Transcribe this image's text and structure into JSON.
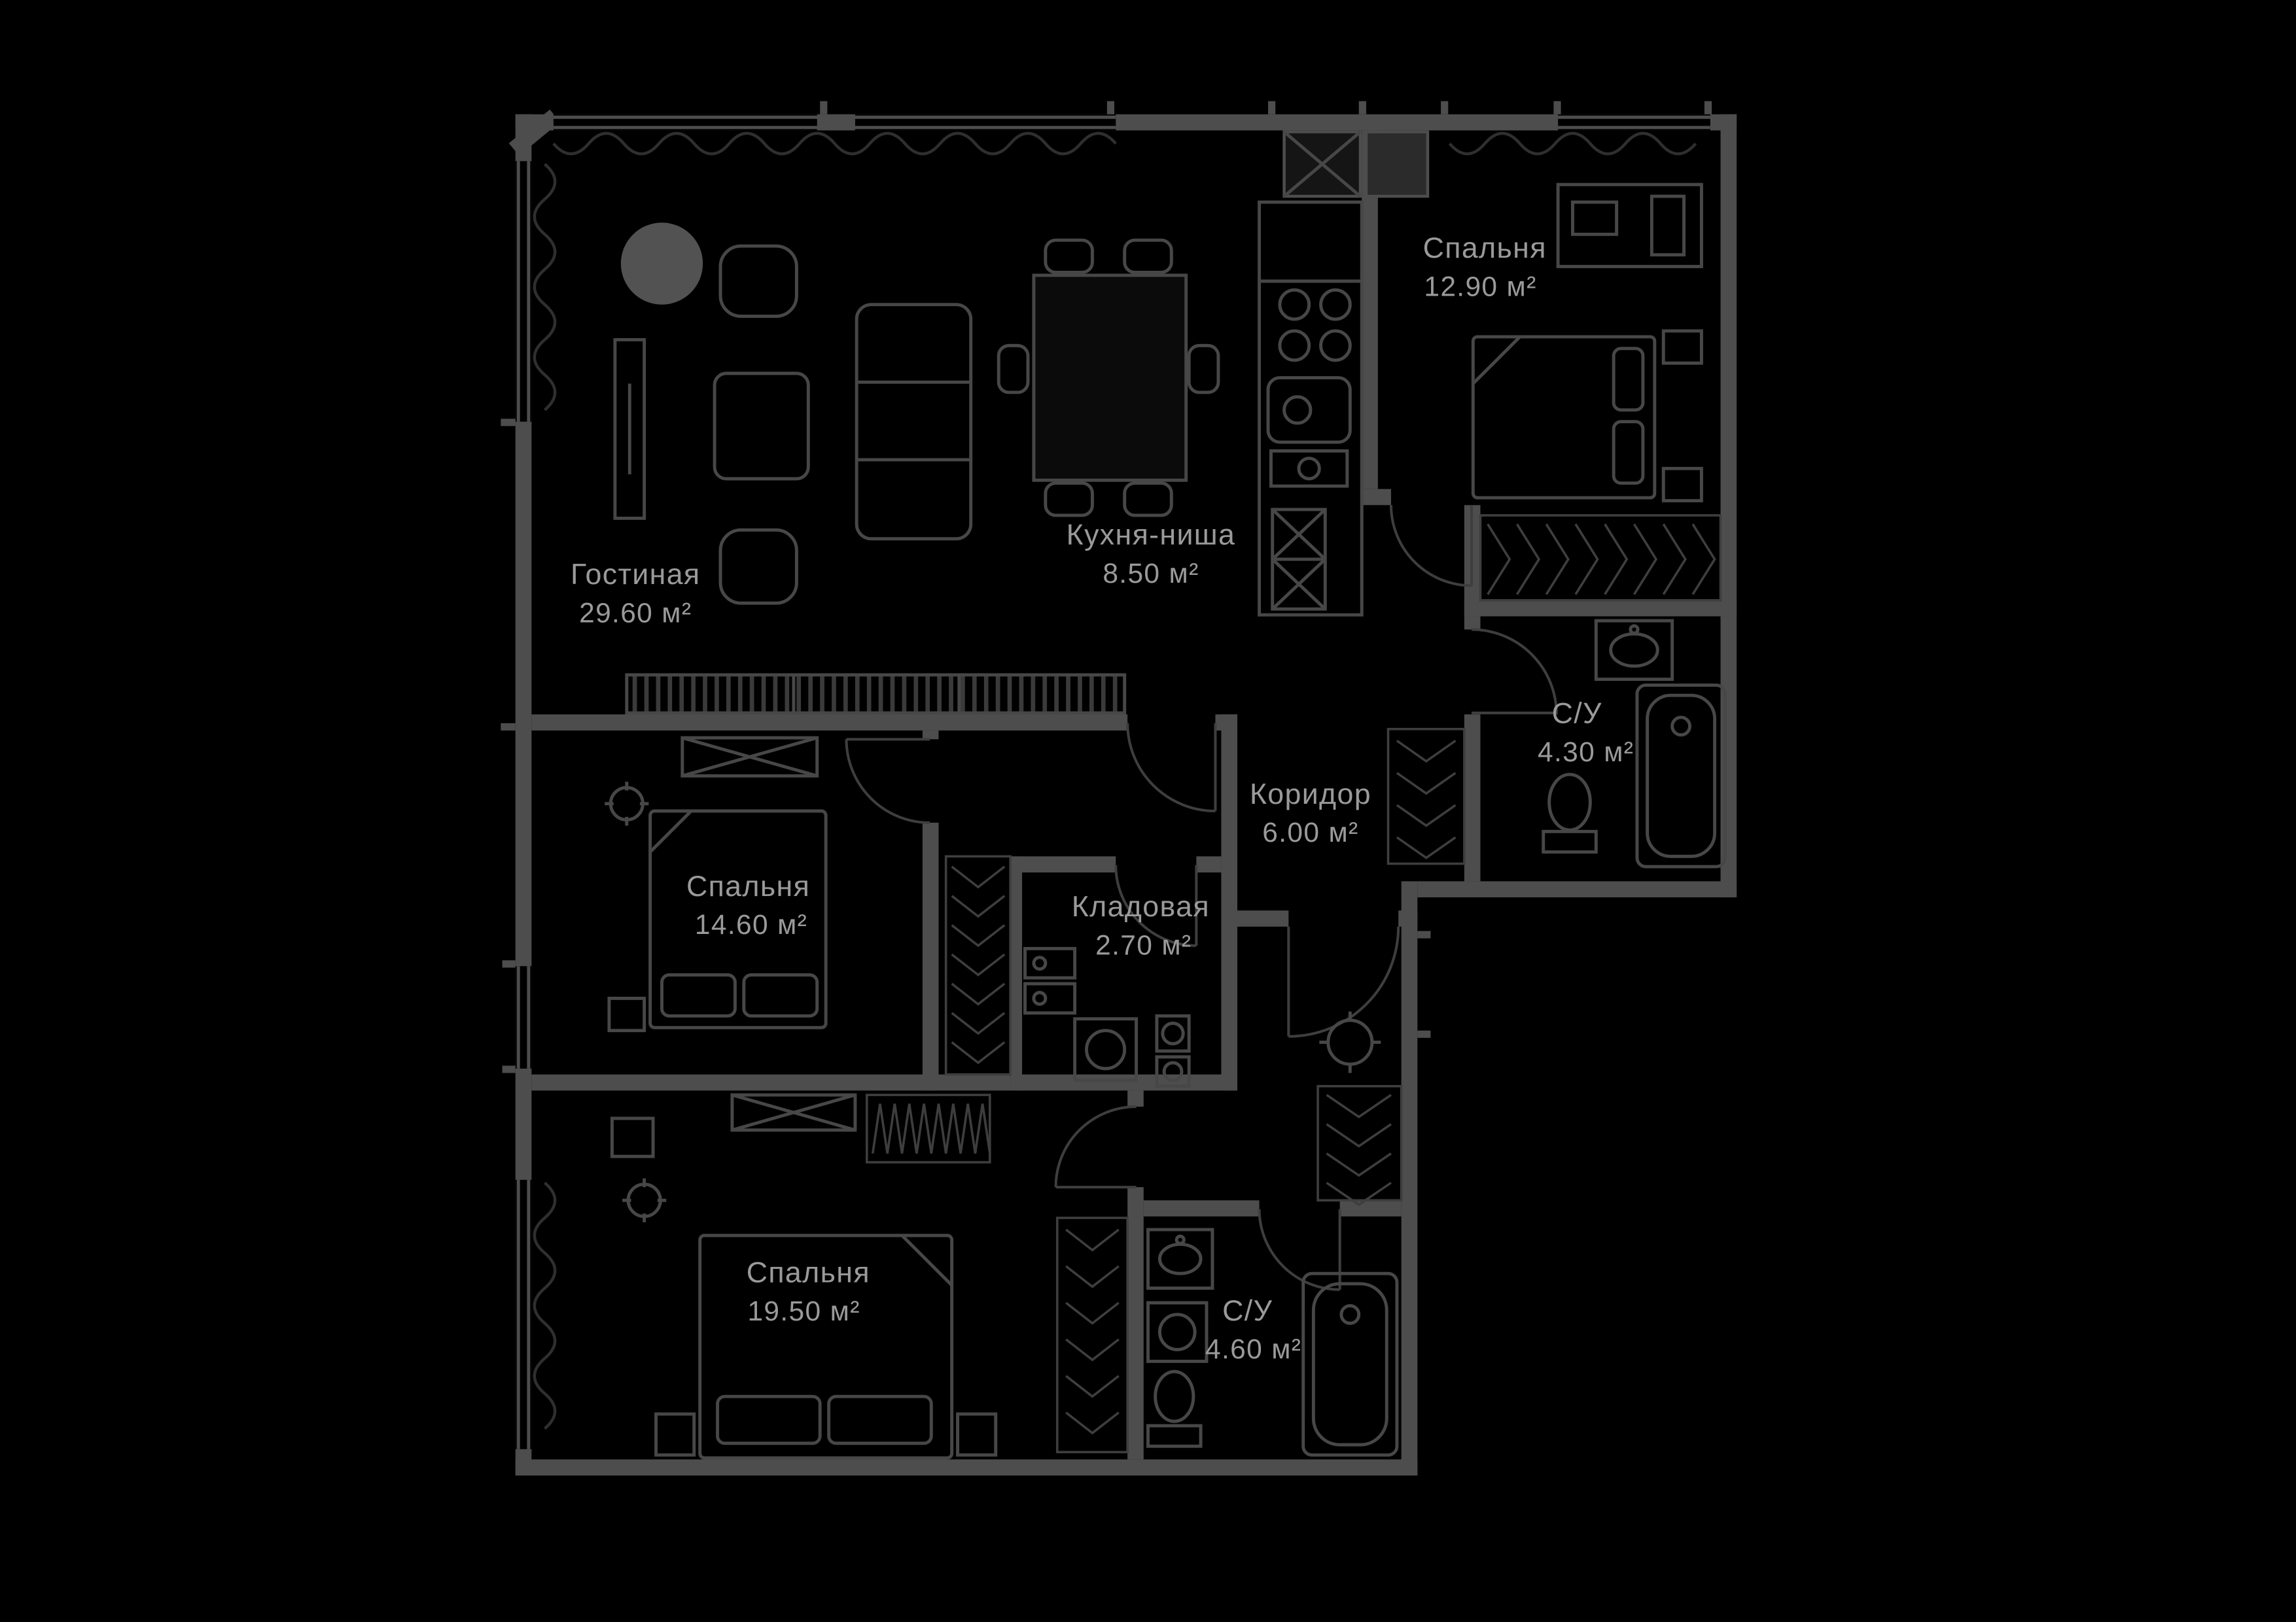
{
  "page": {
    "type": "apartment-floor-plan",
    "background": "#000000"
  },
  "colors": {
    "wall": "#4d4d4d",
    "furniture_line": "#474747",
    "thin_line": "#3e3e3e",
    "curtain_line": "#2f2f2f",
    "label_text": "#9a9a9a"
  },
  "rooms": [
    {
      "name": "Гостиная",
      "area": "29.60 м²"
    },
    {
      "name": "Кухня-ниша",
      "area": "8.50 м²"
    },
    {
      "name": "Спальня",
      "area": "12.90 м²"
    },
    {
      "name": "С/У",
      "area": "4.30 м²"
    },
    {
      "name": "Коридор",
      "area": "6.00 м²"
    },
    {
      "name": "Спальня",
      "area": "14.60 м²"
    },
    {
      "name": "Кладовая",
      "area": "2.70 м²"
    },
    {
      "name": "Спальня",
      "area": "19.50 м²"
    },
    {
      "name": "С/У",
      "area": "4.60 м²"
    }
  ]
}
